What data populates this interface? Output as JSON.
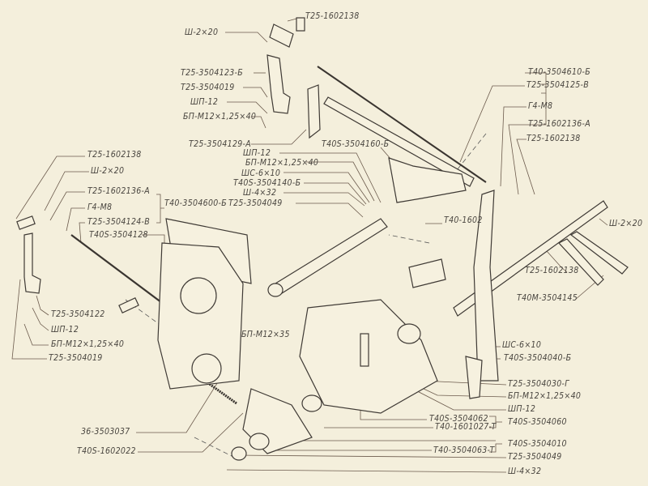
{
  "title": "Clutch and brake pedal linkage exploded view",
  "labels": {
    "top_pin": "T25-1602138",
    "top_cotter": "Ш-2×20",
    "top_lever": "T25-3504123-Б",
    "top_washer": "T25-3504019",
    "top_spring_washer": "ШП-12",
    "top_bolt": "БП-М12×1,25×40",
    "bracket": "T25-3504129-A",
    "spring_upper": "T40S-3504160-Б",
    "mid_spring_washer": "ШП-12",
    "mid_bolt": "БП-М12×1,25×40",
    "mid_cotter_washer": "ШС-6×10",
    "mid_lever": "T40S-3504140-Б",
    "mid_cotter": "Ш-4×32",
    "assembly_left": "T40-3504600-Б",
    "mid_washer": "T25-3504049",
    "r_assembly": "T40-3504610-Б",
    "r_rod": "T25-3504125-В",
    "r_nut": "Г4-М8",
    "r_fork": "T25-1602136-A",
    "r_pin": "T25-1602138",
    "l_pin": "T25-1602138",
    "l_cotter": "Ш-2×20",
    "l_fork": "T25-1602136-A",
    "l_nut": "Г4-М8",
    "l_rod": "T25-3504124-В",
    "l_plate": "T40S-3504128",
    "pedal": "T40-1602",
    "shaft_cotter": "Ш-2×20",
    "shaft_pin": "T25-1602138",
    "shaft": "T40M-3504145",
    "bolt_35": "БП-М12×35",
    "l_lever": "T25-3504122",
    "l_spring_washer": "ШП-12",
    "l_bolt": "БП-М12×1,25×40",
    "l_washer": "T25-3504019",
    "b_cotter_washer": "ШС-6×10",
    "b_lever": "T40S-3504040-Б",
    "b_pedal_pad": "T25-3504030-Г",
    "b_bolt": "БП-М12×1,25×40",
    "b_spring_washer": "ШП-12",
    "b_part_062": "T40S-3504062",
    "b_bush": "T40-1601027-T",
    "b_group_060": "T40S-3504060",
    "b_group_010": "T40S-3504010",
    "b_part_063": "T40-3504063-T",
    "b_washer": "T25-3504049",
    "b_cotter": "Ш-4×32",
    "spring_lower": "36-3503037",
    "lower_lever": "T40S-1602022"
  }
}
